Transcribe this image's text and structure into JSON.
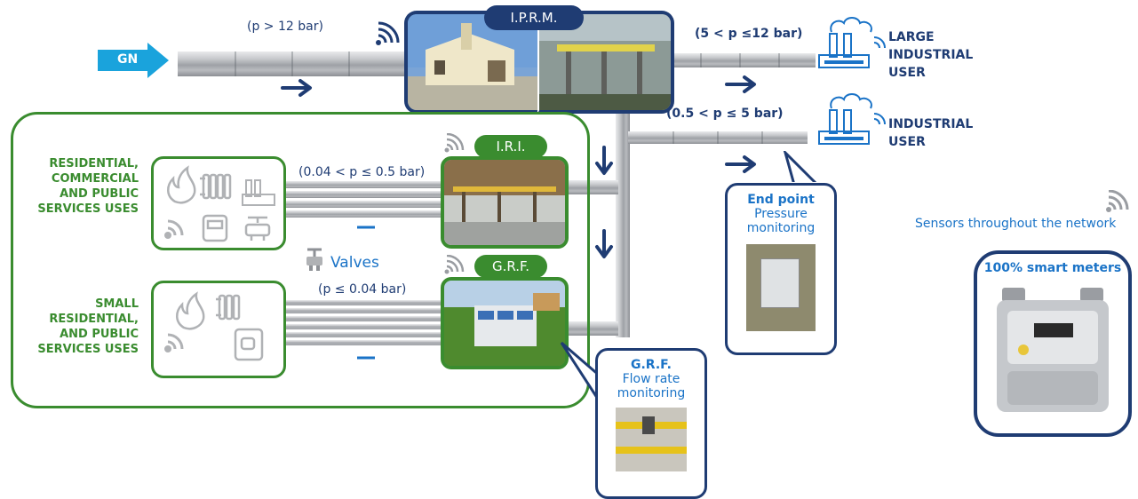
{
  "source": {
    "label": "GN"
  },
  "pressures": {
    "high": "(p > 12 bar)",
    "large_industrial": "(5 < p ≤12 bar)",
    "industrial": "(0.5 < p ≤ 5 bar)",
    "medium": "(0.04 < p ≤ 0.5 bar)",
    "low": "(p ≤ 0.04 bar)"
  },
  "stations": {
    "iprm": "I.P.R.M.",
    "iri": "I.R.I.",
    "grf": "G.R.F."
  },
  "users": {
    "large_industrial": [
      "LARGE",
      "INDUSTRIAL",
      "USER"
    ],
    "industrial": [
      "INDUSTRIAL",
      "USER"
    ],
    "residential": [
      "RESIDENTIAL,",
      "COMMERCIAL",
      "AND PUBLIC",
      "SERVICES USES"
    ],
    "small_residential": [
      "SMALL",
      "RESIDENTIAL,",
      "AND PUBLIC",
      "SERVICES USES"
    ]
  },
  "valves": {
    "label": "Valves"
  },
  "end_point": {
    "title": "End point",
    "line1": "Pressure",
    "line2": "monitoring"
  },
  "grf_callout": {
    "title": "G.R.F.",
    "line1": "Flow rate",
    "line2": "monitoring"
  },
  "sensors": {
    "label": "Sensors throughout the network"
  },
  "smart_meters": {
    "label": "100% smart meters"
  },
  "colors": {
    "navy": "#1f3c73",
    "green": "#3a8c2f",
    "blue": "#1a73c7",
    "source": "#1aa3dc",
    "pipe": "#b9bbbf"
  }
}
